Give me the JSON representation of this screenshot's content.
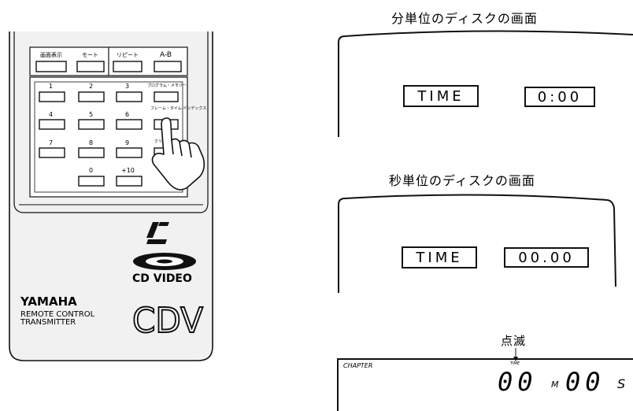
{
  "remote": {
    "top_buttons": [
      "画面表示",
      "モート",
      "リピート",
      "A-B"
    ],
    "keypad": {
      "row1": [
        "1",
        "2",
        "3",
        "プログラム・メモリー"
      ],
      "row2": [
        "4",
        "5",
        "6",
        "フレーム・タイム インデックス"
      ],
      "row3": [
        "7",
        "8",
        "9",
        "クリ"
      ],
      "row4": [
        "0",
        "+10"
      ]
    },
    "logo_text": "CD VIDEO",
    "brand": "YAMAHA",
    "subtitle_line1": "REMOTE CONTROL",
    "subtitle_line2": "TRANSMITTER",
    "model": "CDV"
  },
  "screens": {
    "minute_caption": "分単位のディスクの画面",
    "minute_time_label": "TIME",
    "minute_value": "0:00",
    "second_caption": "秒単位のディスクの画面",
    "second_time_label": "TIME",
    "second_value": "00.00",
    "blink_caption": "点滅",
    "display": {
      "chapter_label": "CHAPTER",
      "time_small": "TIME",
      "minutes_digits": "00",
      "m_unit": "M",
      "seconds_digits": "00",
      "s_unit": "S"
    }
  }
}
